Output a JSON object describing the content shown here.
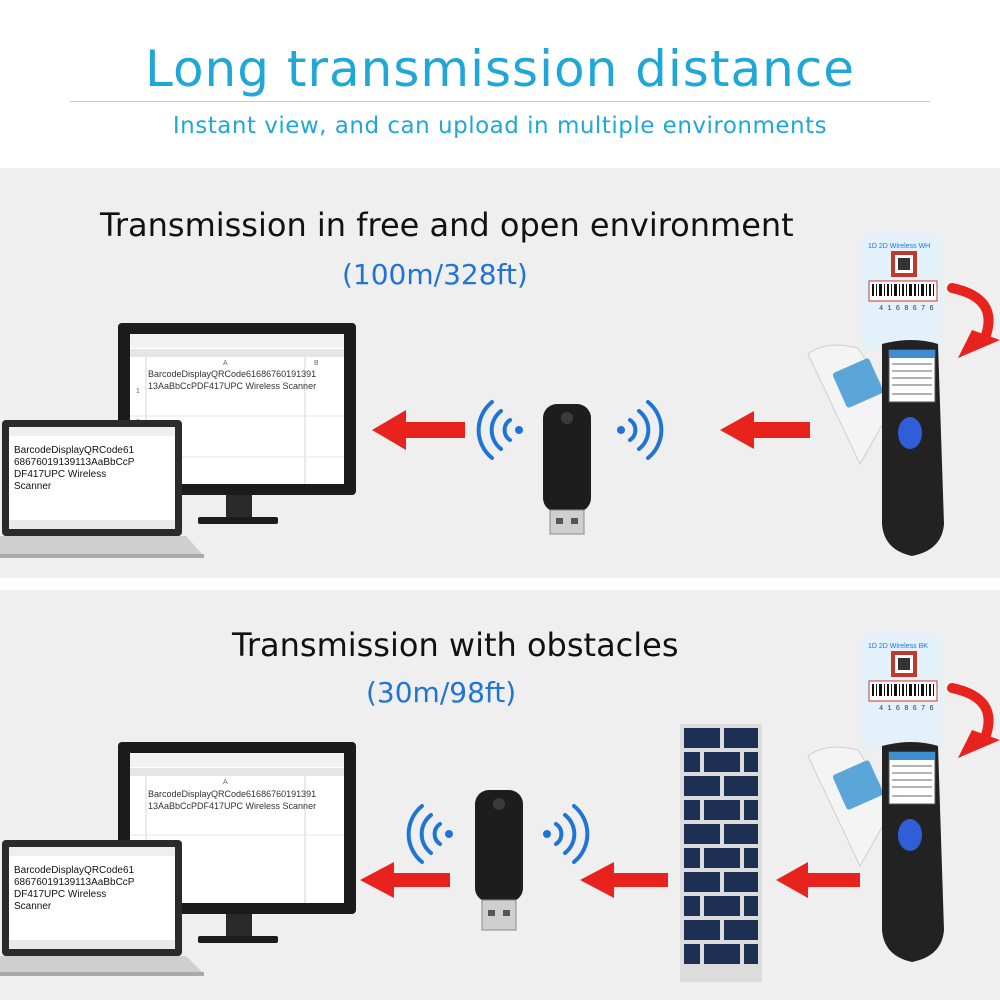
{
  "header": {
    "title": "Long transmission distance",
    "subtitle": "Instant view, and can upload in multiple environments"
  },
  "panels": [
    {
      "heading": "Transmission in free and open environment",
      "distance": "(100m/328ft)",
      "monitor_text_line1": "BarcodeDisplayQRCode61686760191391",
      "monitor_text_line2": "13AaBbCcPDF417UPC Wireless Scanner",
      "laptop_text_line1": "BarcodeDisplayQRCode61",
      "laptop_text_line2": "68676019139113AaBbCcP",
      "laptop_text_line3": "DF417UPC Wireless",
      "laptop_text_line4": "Scanner",
      "tag_label": "1D 2D Wireless WH",
      "tag_number": "4 1 6 8 6 7 6"
    },
    {
      "heading": "Transmission with obstacles",
      "distance": "(30m/98ft)",
      "monitor_text_line1": "BarcodeDisplayQRCode61686760191391",
      "monitor_text_line2": "13AaBbCcPDF417UPC Wireless Scanner",
      "laptop_text_line1": "BarcodeDisplayQRCode61",
      "laptop_text_line2": "68676019139113AaBbCcP",
      "laptop_text_line3": "DF417UPC Wireless",
      "laptop_text_line4": "Scanner",
      "tag_label": "1D 2D Wireless BK",
      "tag_number": "4 1 6 8 6 7 6"
    }
  ],
  "colors": {
    "title": "#1fa7d8",
    "distance": "#1f74d6",
    "arrow": "#e8231e",
    "wave": "#1f74d6",
    "panel_bg": "#efefef"
  },
  "icons": [
    "arrow-left-icon",
    "wifi-wave-icon",
    "curved-arrow-icon",
    "usb-dongle-icon",
    "barcode-scanner-icon",
    "brick-wall-icon"
  ]
}
